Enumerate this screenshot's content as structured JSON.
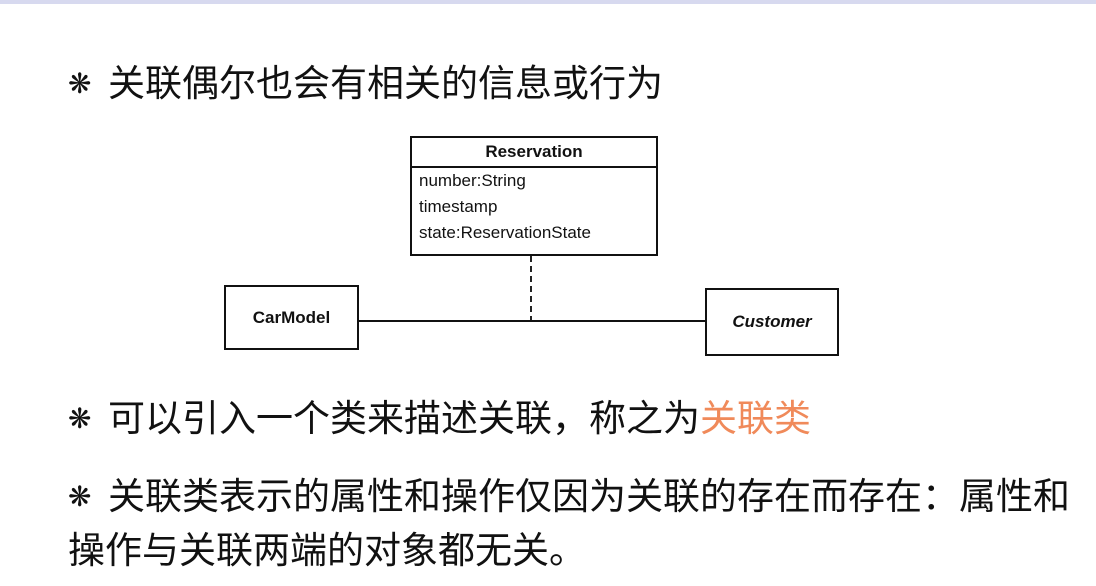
{
  "bullets": [
    {
      "icon": "snowflake-bullet-icon",
      "glyph": "❋",
      "text": "关联偶尔也会有相关的信息或行为"
    },
    {
      "icon": "snowflake-bullet-icon",
      "glyph": "❋",
      "text_before": "可以引入一个类来描述关联，称之为",
      "text_highlight": "关联类"
    },
    {
      "icon": "snowflake-bullet-icon",
      "glyph": "❋",
      "text": "关联类表示的属性和操作仅因为关联的存在而存在：属性和操作与关联两端的对象都无关。"
    }
  ],
  "diagram": {
    "association_class": {
      "name": "Reservation",
      "attributes": [
        "number:String",
        "timestamp",
        "state:ReservationState"
      ]
    },
    "left_class": "CarModel",
    "right_class": "Customer"
  },
  "colors": {
    "highlight": "#f08a5a",
    "topbar": "#d7d9ef"
  }
}
